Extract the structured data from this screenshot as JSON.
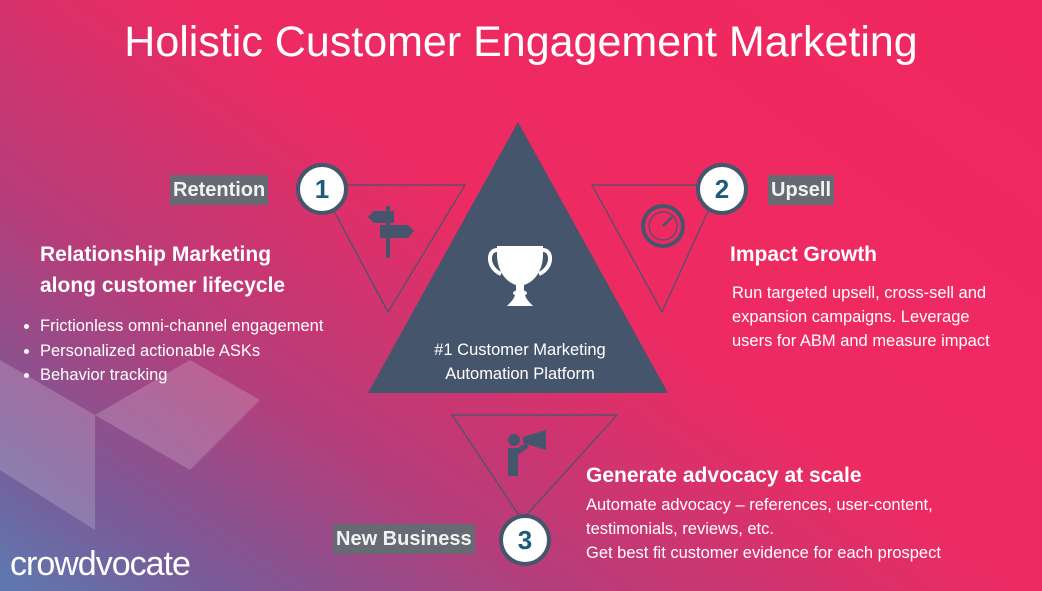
{
  "title": "Holistic Customer Engagement Marketing",
  "center": {
    "line1": "#1 Customer Marketing",
    "line2": "Automation Platform",
    "icon": "trophy-icon"
  },
  "steps": [
    {
      "number": "1",
      "tag": "Retention",
      "icon": "signpost-icon",
      "heading_line1": "Relationship Marketing",
      "heading_line2": "along customer lifecycle",
      "bullets": [
        "Frictionless omni-channel engagement",
        "Personalized actionable ASKs",
        "Behavior tracking"
      ]
    },
    {
      "number": "2",
      "tag": "Upsell",
      "icon": "gauge-icon",
      "heading": "Impact Growth",
      "lines": [
        "Run targeted upsell, cross-sell and",
        "expansion campaigns. Leverage",
        "users for ABM and measure impact"
      ]
    },
    {
      "number": "3",
      "tag": "New Business",
      "icon": "megaphone-person-icon",
      "heading": "Generate advocacy at scale",
      "lines": [
        "Automate advocacy – references, user-content,",
        "testimonials, reviews, etc.",
        "Get best fit customer evidence for each prospect"
      ]
    }
  ],
  "logo": "crowdvocate",
  "colors": {
    "pink": "#ee2a62",
    "slate": "#45556b",
    "tag_bg": "#676a73",
    "number": "#1d5b7e"
  }
}
